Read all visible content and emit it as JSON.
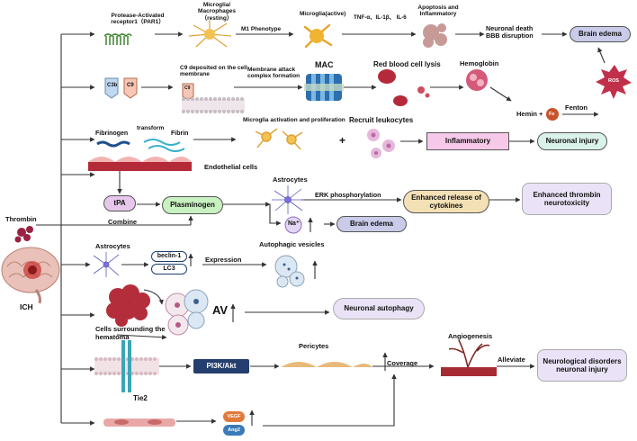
{
  "labels": {
    "thrombin": "Thrombin",
    "ich": "ICH",
    "combine": "Combine",
    "par1": "Protease-Activated receptor1（PAR1）",
    "microglia_resting": "Microglia/ Macrophages（resting）",
    "m1_phenotype": "M1 Phenotype",
    "microglia_active": "Microglia(active)",
    "cytokines": "TNF-α、IL-1β、 IL-6",
    "apoptosis": "Apoptosis and Inflammatory",
    "neuronal_death": "Neuronal death BBB disruption",
    "brain_edema_1": "Brain edema",
    "c3b": "C3b",
    "c9": "C9",
    "c9_deposited": "C9 deposited on the cell membrane",
    "c9_small": "C9",
    "mac_formation": "Membrane attack complex formation",
    "mac": "MAC",
    "rbc_lysis": "Red blood cell lysis",
    "hemoglobin": "Hemoglobin",
    "hemin_plus": "Hemin +",
    "fe": "Fe",
    "fenton": "Fenton",
    "ros": "ROS",
    "fibrinogen": "Fibrinogen",
    "transform": "transform",
    "fibrin": "Fibrin",
    "microglia_activation": "Microglia activation and proliferation",
    "plus": "+",
    "recruit_leukocytes": "Recruit leukocytes",
    "inflammatory": "Inflammatory",
    "neuronal_injury": "Neuronal injury",
    "endothelial_cells": "Endothelial cells",
    "tpa": "tPA",
    "plasminogen": "Plasminogen",
    "astrocytes_1": "Astrocytes",
    "erk": "ERK phosphorylation",
    "enhanced_release": "Enhanced release of cytokines",
    "enhanced_thrombin": "Enhanced thrombin neurotoxicity",
    "na": "Na⁺",
    "brain_edema_2": "Brain edema",
    "astrocytes_2": "Astrocytes",
    "beclin": "beclin-1",
    "lc3": "LC3",
    "expression": "Expression",
    "autophagic_vesicles": "Autophagic vesicles",
    "cells_surrounding": "Cells surrounding the hematoma",
    "av": "AV",
    "neuronal_autophagy": "Neuronal autophagy",
    "tie2": "Tie2",
    "pi3k": "PI3K/Akt",
    "pericytes": "Pericytes",
    "coverage": "Coverage",
    "angiogenesis": "Angiogenesis",
    "alleviate": "Alleviate",
    "neuro_disorders": "Neurological disorders neuronal injury",
    "vegf": "VEGF",
    "ang2": "Ang2"
  },
  "colors": {
    "brain_edema_box": "#c9cbe9",
    "inflammatory_box": "#f6c9e8",
    "neuronal_injury_box": "#d9f2ea",
    "plasminogen_box": "#c8f0c0",
    "enhanced_release_box": "#f3e0b5",
    "outcome_box": "#eae3f7",
    "pi3k_box": "#243e6f",
    "tpa_box": "#e7c8ec",
    "blood_red": "#b52a3a",
    "line": "#333333"
  },
  "icons": [
    "receptor-icon",
    "microglia-icon",
    "apoptotic-cell-icon",
    "ros-burst-icon",
    "mac-channel-icon",
    "red-blood-cell-icon",
    "hemoglobin-icon",
    "fibrin-strand-icon",
    "leukocyte-icon",
    "endothelium-icon",
    "astrocyte-icon",
    "membrane-icon",
    "autophagic-vesicle-icon",
    "hematoma-cells-icon",
    "pericyte-icon",
    "vessel-icon",
    "brain-icon",
    "thrombin-icon"
  ]
}
